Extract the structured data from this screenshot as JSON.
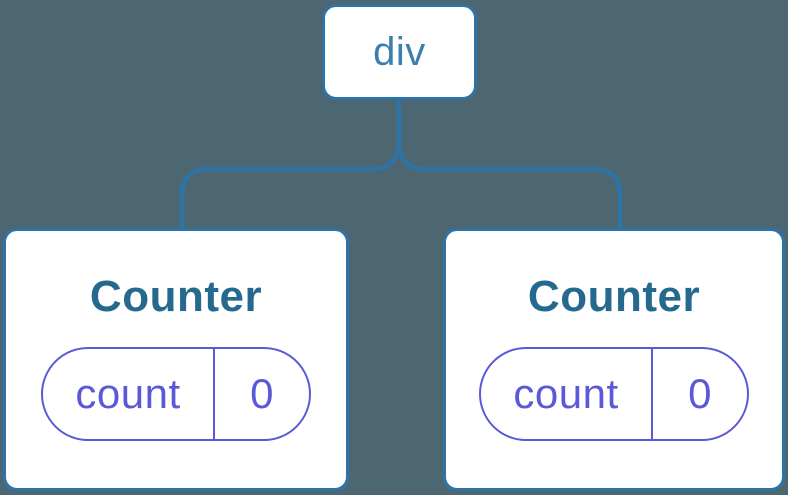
{
  "colors": {
    "background": "#4d6772",
    "node-border": "#2e73a5",
    "node-fill": "#ffffff",
    "root-label": "#3b80ad",
    "component-title": "#26698f",
    "state-accent": "#5a5ad8"
  },
  "tree": {
    "root": {
      "label": "div"
    },
    "children": [
      {
        "title": "Counter",
        "state": {
          "name": "count",
          "value": "0"
        }
      },
      {
        "title": "Counter",
        "state": {
          "name": "count",
          "value": "0"
        }
      }
    ]
  }
}
